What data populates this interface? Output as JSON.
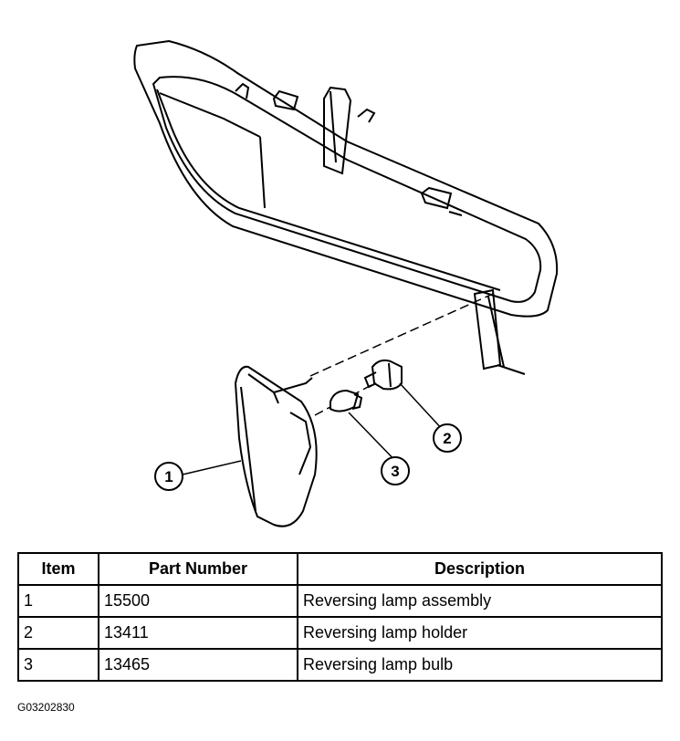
{
  "callouts": {
    "assembly": "1",
    "holder": "2",
    "bulb": "3"
  },
  "table": {
    "headers": [
      "Item",
      "Part Number",
      "Description"
    ],
    "rows": [
      [
        "1",
        "15500",
        "Reversing lamp assembly"
      ],
      [
        "2",
        "13411",
        "Reversing lamp holder"
      ],
      [
        "3",
        "13465",
        "Reversing lamp bulb"
      ]
    ]
  },
  "figure_code": "G03202830"
}
